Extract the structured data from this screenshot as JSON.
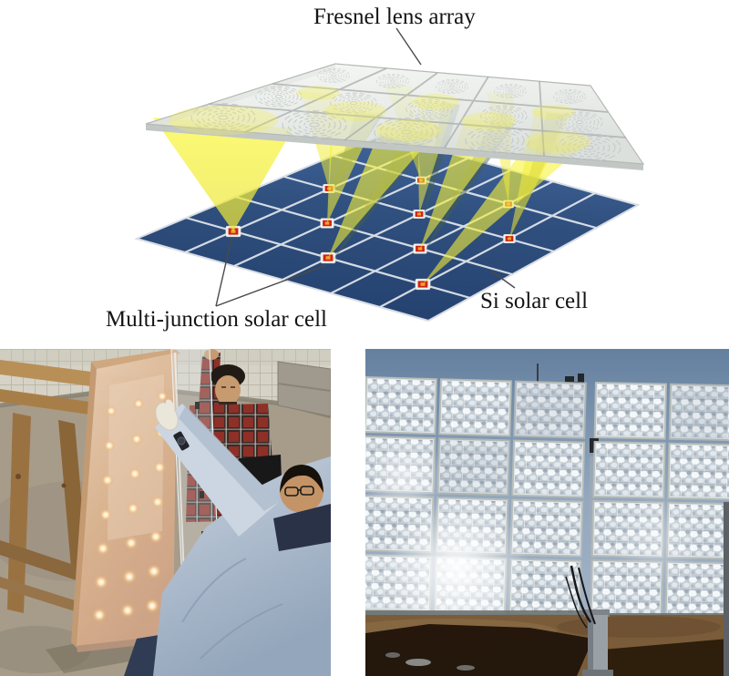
{
  "labels": {
    "fresnel": "Fresnel lens array",
    "multi_junction": "Multi-junction solar cell",
    "si": "Si solar cell"
  },
  "colors": {
    "cone_yellow": "#f2ee3f",
    "si_cell_blue": "#2c4d7e",
    "mj_cell_red": "#cc2418",
    "mj_cell_core": "#f2a024",
    "sky_blue": "#6b84a6",
    "lens_gray": "#e4e7e3"
  }
}
